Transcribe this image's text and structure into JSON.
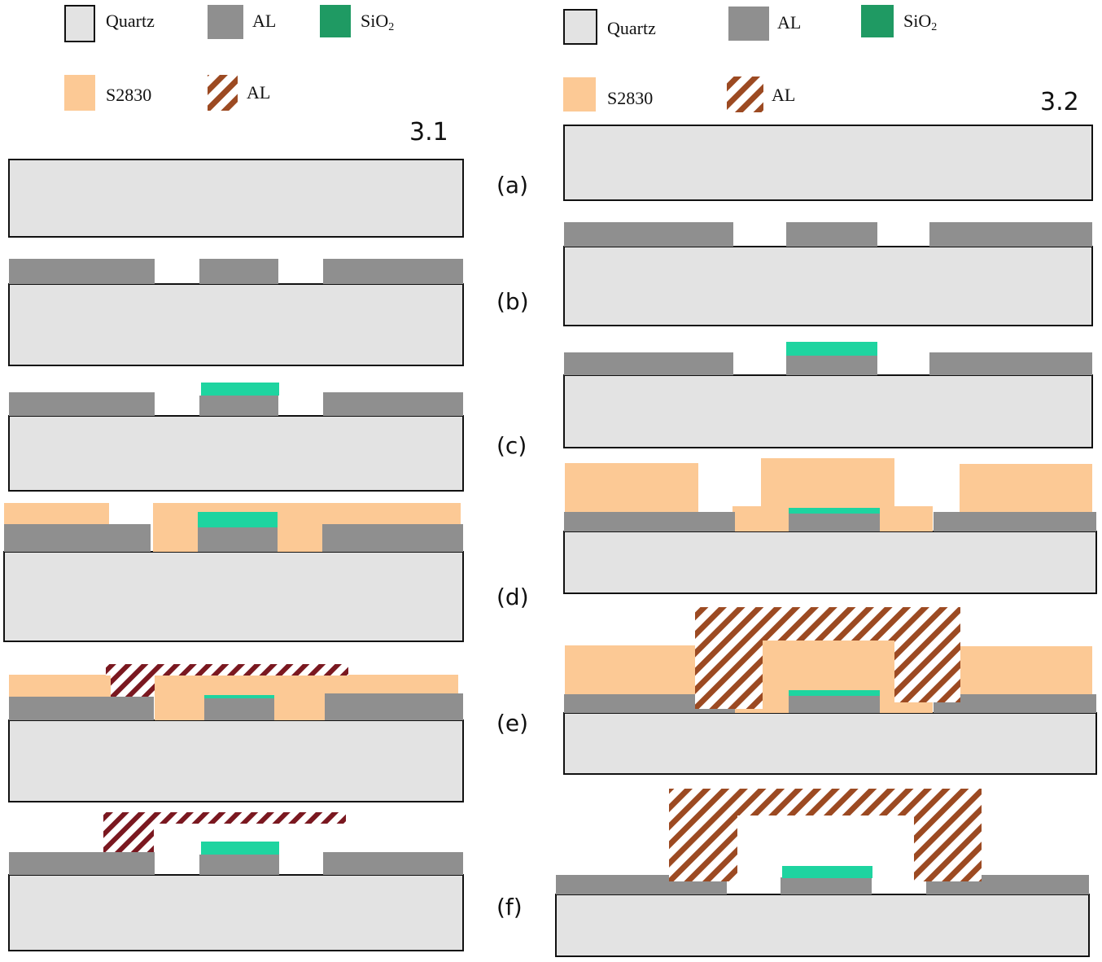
{
  "legend": {
    "quartz": "Quartz",
    "al_solid": "AL",
    "sio2": "SiO",
    "sio2_sub": "2",
    "s2830": "S2830",
    "al_hatched": "AL"
  },
  "panels": {
    "left_id": "3.1",
    "right_id": "3.2"
  },
  "steps": [
    "(a)",
    "(b)",
    "(c)",
    "(d)",
    "(e)",
    "(f)"
  ],
  "colors": {
    "quartz": "#e3e3e3",
    "al": "#8f8f8f",
    "sio2_legend": "#1f9a63",
    "sio2": "#1ed4a0",
    "s2830": "#fcc995",
    "hatch_left": "#7a1820",
    "hatch_right": "#9c4a22",
    "outline": "#111111"
  }
}
